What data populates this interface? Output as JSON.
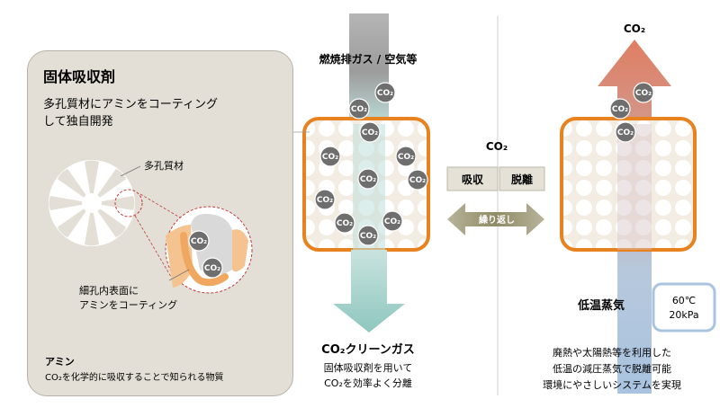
{
  "sorbent": {
    "title": "固体吸収剤",
    "desc_line1": "多孔質材にアミンをコーティング",
    "desc_line2": "して独自開発",
    "porous_label": "多孔質材",
    "pore_label_line1": "細孔内表面に",
    "pore_label_line2": "アミンをコーティング",
    "amine_title": "アミン",
    "amine_desc": "CO₂を化学的に吸収することで知られる物質"
  },
  "absorb": {
    "input_label": "燃焼排ガス / 空気等",
    "output_title": "CO₂クリーンガス",
    "output_line1": "固体吸収剤を用いて",
    "output_line2": "CO₂を効率よく分離"
  },
  "cycle": {
    "co2_label": "CO₂",
    "absorb_label": "吸収",
    "desorb_label": "脱離",
    "repeat_label": "繰り返し"
  },
  "desorb": {
    "output_label": "CO₂",
    "steam_label": "低温蒸気",
    "temp": "60℃",
    "pressure": "20kPa",
    "desc_line1": "廃熱や太陽熱等を利用した",
    "desc_line2": "低温の減圧蒸気で脱離可能",
    "desc_line3": "環境にやさしいシステムを実現"
  },
  "molecule_label": "CO₂",
  "colors": {
    "orange": "#e8821e",
    "teal": "#9fd0c8",
    "red_arrow": "#e0836a",
    "blue_steam": "#a9c3e0",
    "panel_bg": "#e3dfd6",
    "gas_gray": "#a6a6a6"
  }
}
